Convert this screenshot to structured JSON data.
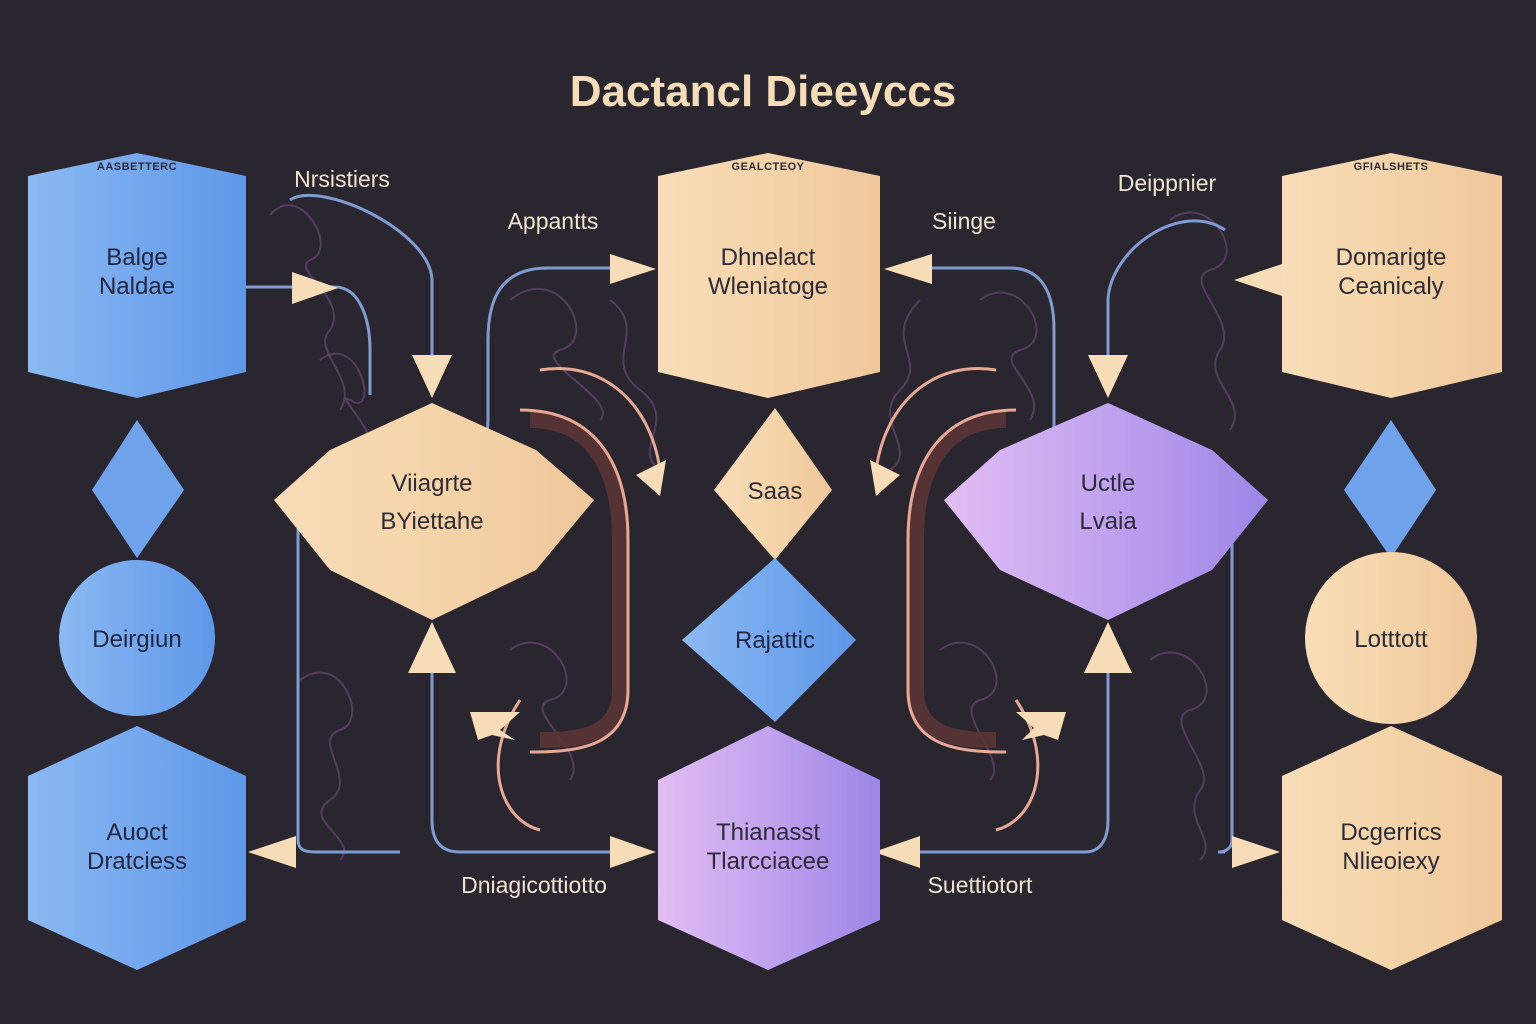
{
  "title": "Dactancl Dieeyccs",
  "colors": {
    "background": "#2a2630",
    "blue": "#6ea3ec",
    "peach": "#f5d5aa",
    "purple": "#b49cee",
    "connector": "#7f9bd1",
    "arrow": "#f6ddb8"
  },
  "nodes": {
    "top_left": {
      "tag": "AASBETTERC",
      "line1": "Balge",
      "line2": "Naldae"
    },
    "top_center": {
      "tag": "GEALCTEOY",
      "line1": "Dhnelact",
      "line2": "Wleniatoge"
    },
    "top_right": {
      "tag": "GFIALSHETS",
      "line1": "Domarigte",
      "line2": "Ceanicaly"
    },
    "mid_left": {
      "line1": "Viiagrte",
      "line2": "BYiettahe"
    },
    "mid_right": {
      "line1": "Uctle",
      "line2": "Lvaia"
    },
    "center_diamond_top": {
      "label": "Saas"
    },
    "center_diamond_bottom": {
      "label": "Rajattic"
    },
    "left_circle": {
      "label": "Deirgiun"
    },
    "right_circle": {
      "label": "Lotttott"
    },
    "bottom_left": {
      "line1": "Auoct",
      "line2": "Dratciess"
    },
    "bottom_center": {
      "line1": "Thianasst",
      "line2": "Tlarcciacee"
    },
    "bottom_right": {
      "line1": "Dcgerrics",
      "line2": "Nlieoiexy"
    }
  },
  "labels": {
    "nrsistiers": "Nrsistiers",
    "appantts": "Appantts",
    "siinge": "Siinge",
    "deippnier": "Deippnier",
    "dniagicottiotto": "Dniagicottiotto",
    "suettiotort": "Suettiotort"
  }
}
